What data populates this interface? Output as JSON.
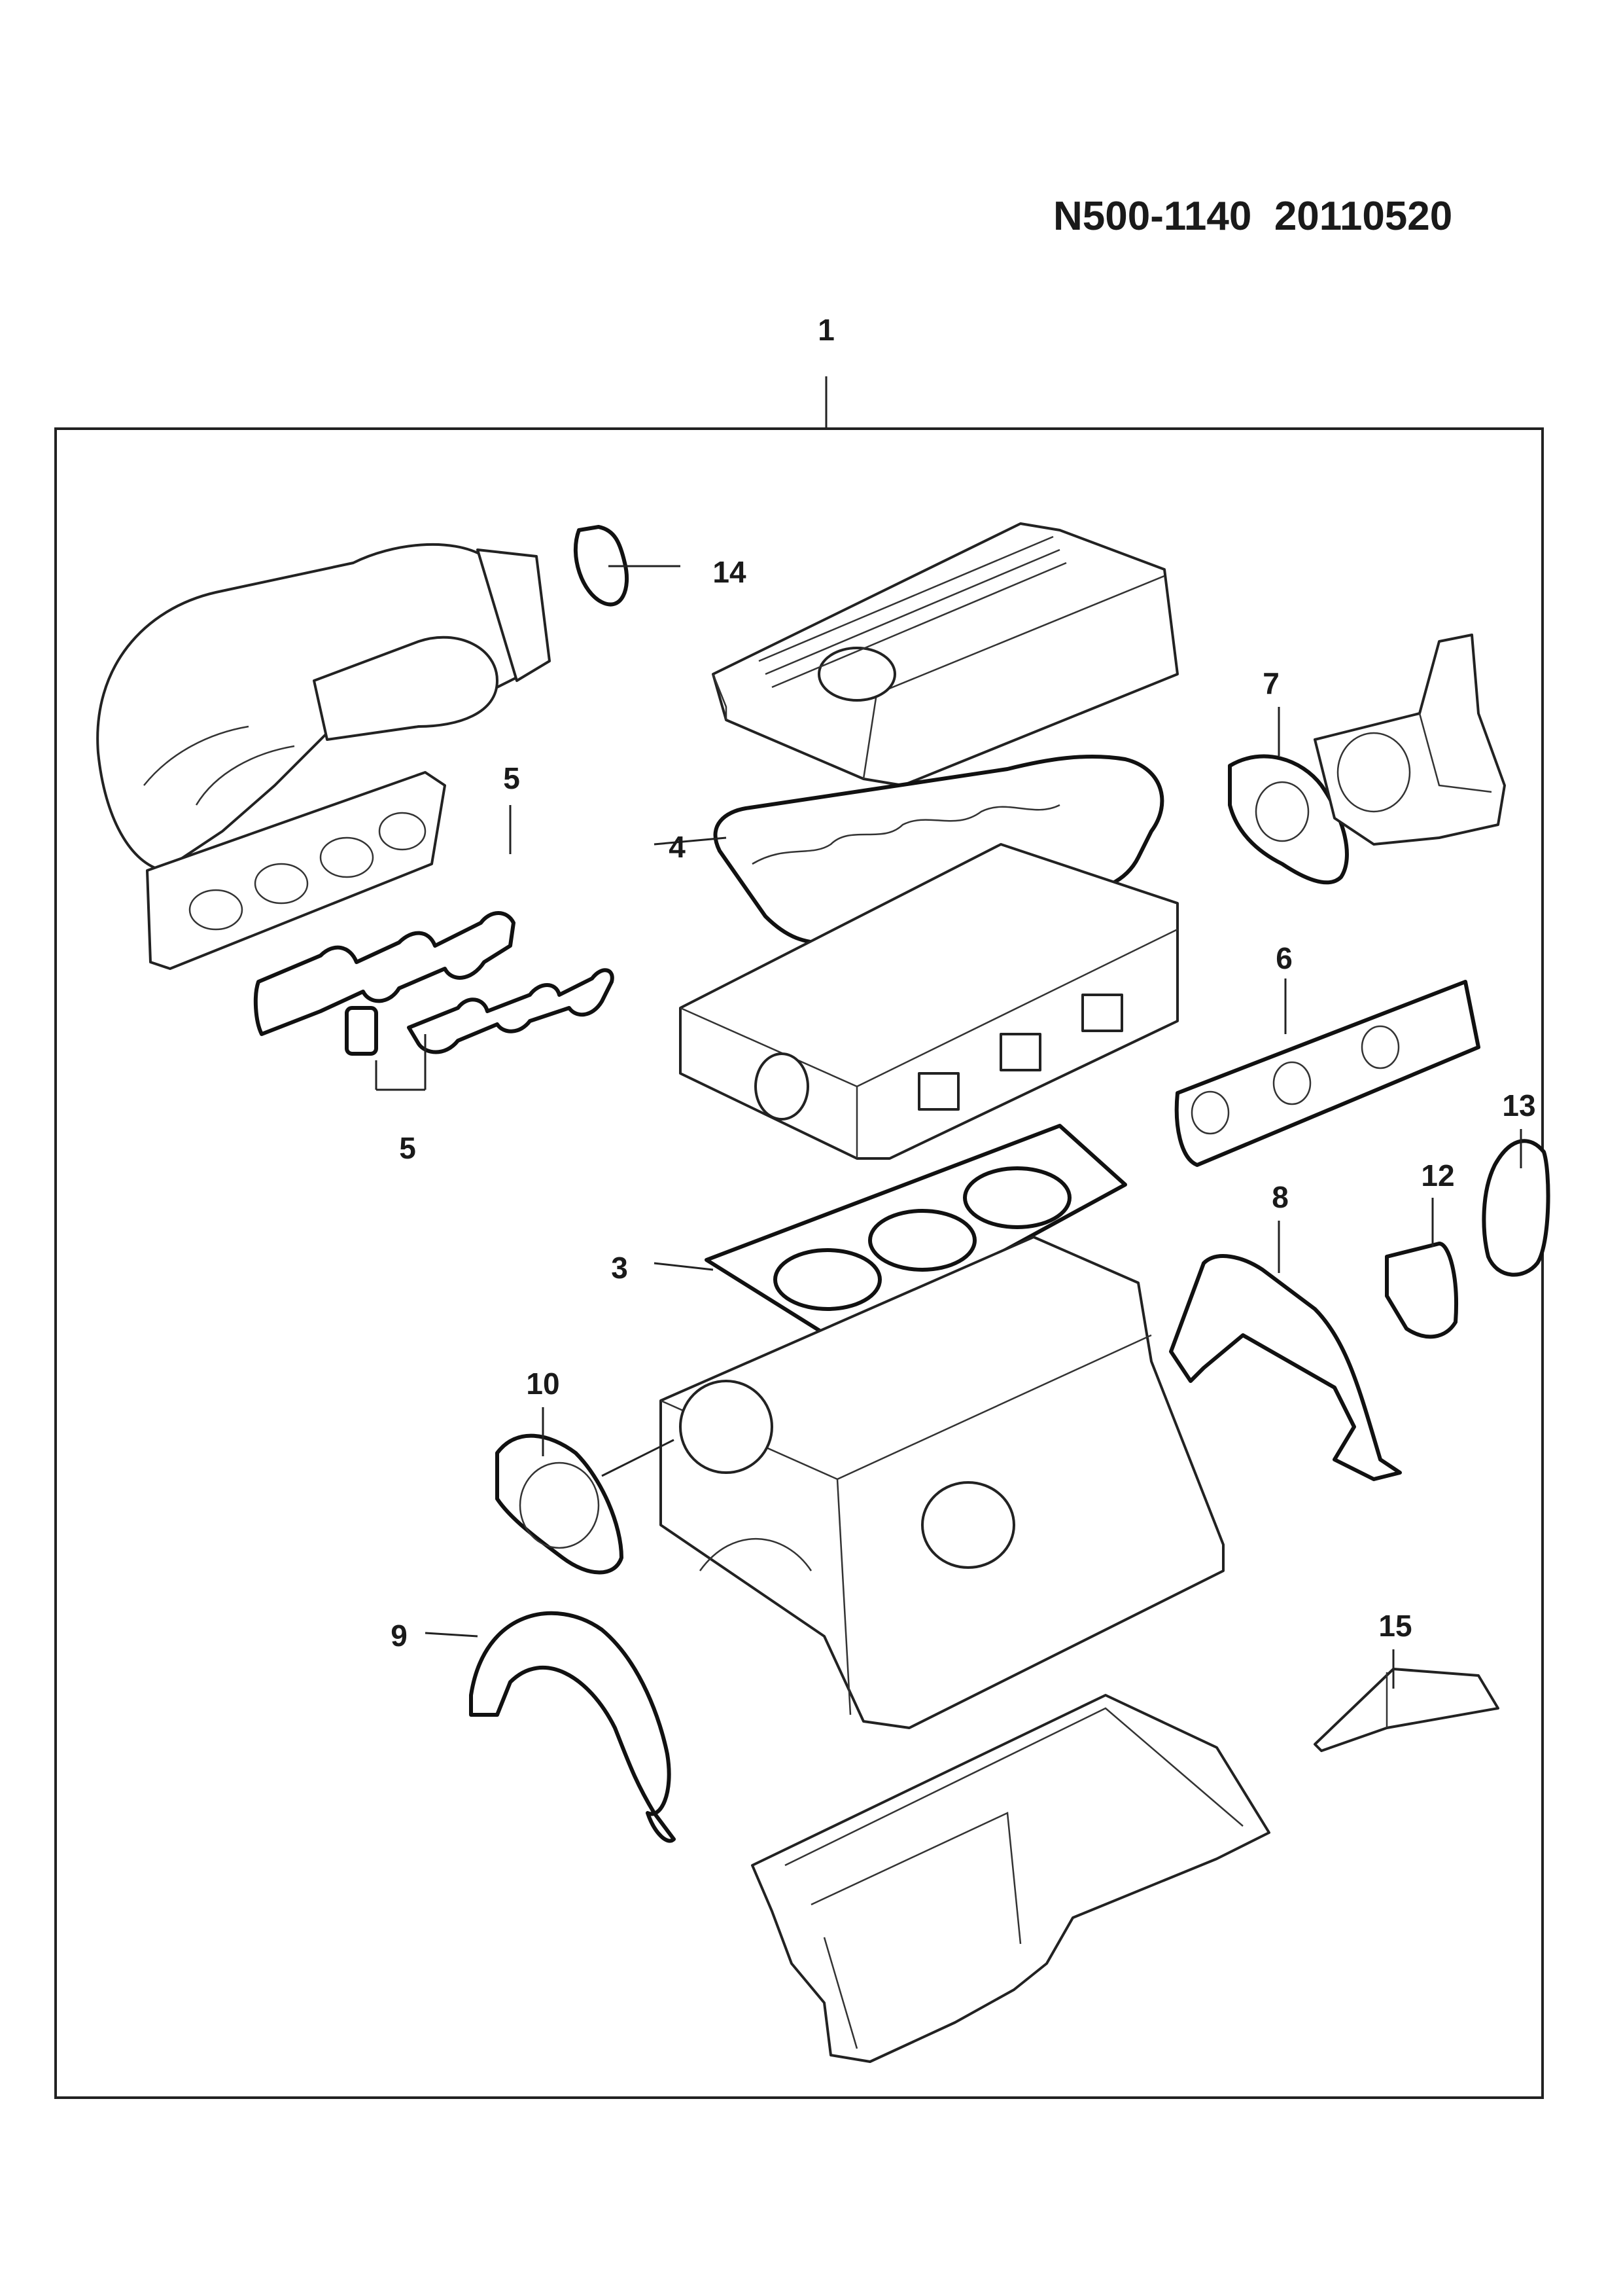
{
  "document": {
    "code": "N500-1140  20110520"
  },
  "callouts": {
    "c1": "1",
    "c3": "3",
    "c4": "4",
    "c5a": "5",
    "c5b": "5",
    "c6": "6",
    "c7": "7",
    "c8": "8",
    "c9": "9",
    "c10": "10",
    "c12": "12",
    "c13": "13",
    "c14": "14",
    "c15": "15"
  }
}
